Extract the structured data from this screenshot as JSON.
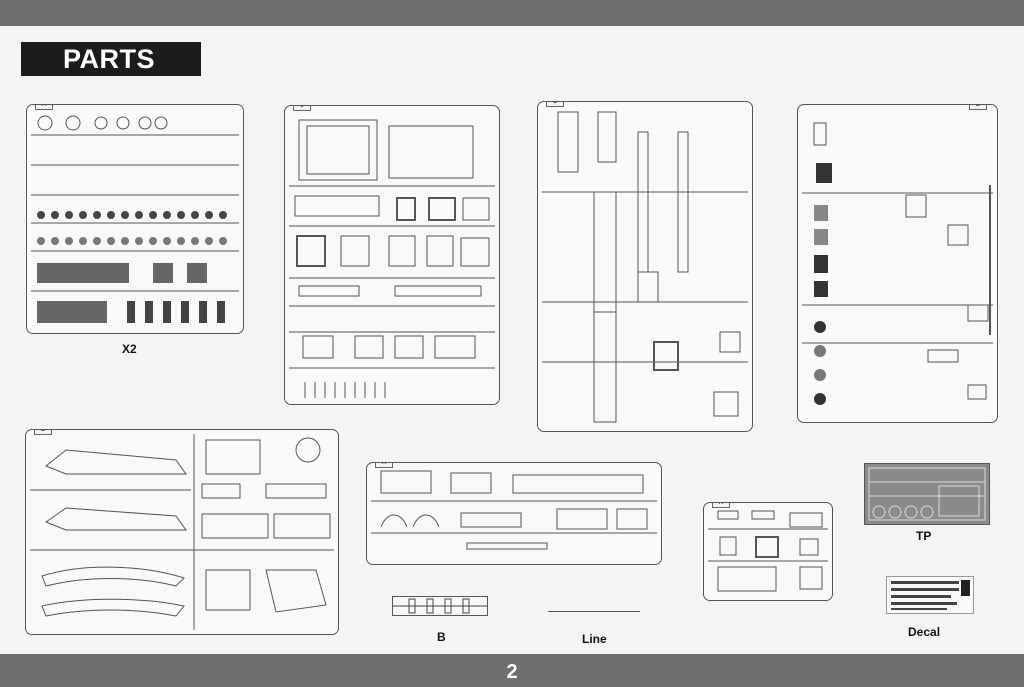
{
  "page": {
    "title": "PARTS",
    "page_number": "2"
  },
  "sprues": {
    "a": {
      "letter": "A",
      "caption": "X2"
    },
    "j": {
      "letter": "J"
    },
    "c": {
      "letter": "C"
    },
    "d": {
      "letter": "D"
    },
    "g": {
      "letter": "G"
    },
    "h": {
      "letter": "H"
    },
    "k": {
      "letter": "K"
    }
  },
  "extras": {
    "tp": "TP",
    "decal": "Decal",
    "b": "B",
    "line": "Line"
  }
}
